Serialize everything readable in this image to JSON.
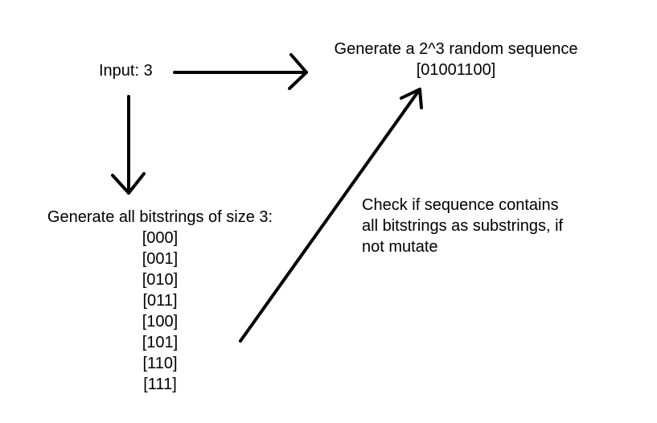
{
  "diagram": {
    "input_label": "Input: 3",
    "generate_sequence": {
      "title": "Generate a 2^3 random sequence",
      "sequence": "[01001100]"
    },
    "generate_bitstrings": {
      "title": "Generate all bitstrings of size 3:",
      "bitstrings": [
        "[000]",
        "[001]",
        "[010]",
        "[011]",
        "[100]",
        "[101]",
        "[110]",
        "[111]"
      ]
    },
    "check_note": {
      "lines": [
        "Check if sequence contains",
        "all bitstrings as substrings, if",
        "not mutate"
      ]
    }
  },
  "colors": {
    "background": "#ffffff",
    "ink": "#000000"
  }
}
